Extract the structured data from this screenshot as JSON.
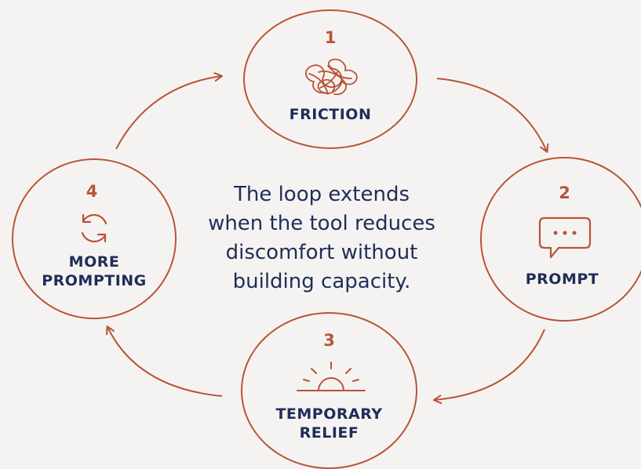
{
  "colors": {
    "accent": "#b8543a",
    "text": "#1f2d5a",
    "background": "#f5f3f1"
  },
  "nodes": [
    {
      "number": "1",
      "label_lines": [
        "FRICTION"
      ],
      "icon": "tangle-knot-icon"
    },
    {
      "number": "2",
      "label_lines": [
        "PROMPT"
      ],
      "icon": "chat-bubble-icon"
    },
    {
      "number": "3",
      "label_lines": [
        "TEMPORARY",
        "RELIEF"
      ],
      "icon": "sunrise-icon"
    },
    {
      "number": "4",
      "label_lines": [
        "MORE",
        "PROMPTING"
      ],
      "icon": "refresh-cycle-icon"
    }
  ],
  "center": {
    "lines": [
      "The loop extends",
      "when the tool reduces",
      "discomfort without",
      "building capacity."
    ]
  }
}
